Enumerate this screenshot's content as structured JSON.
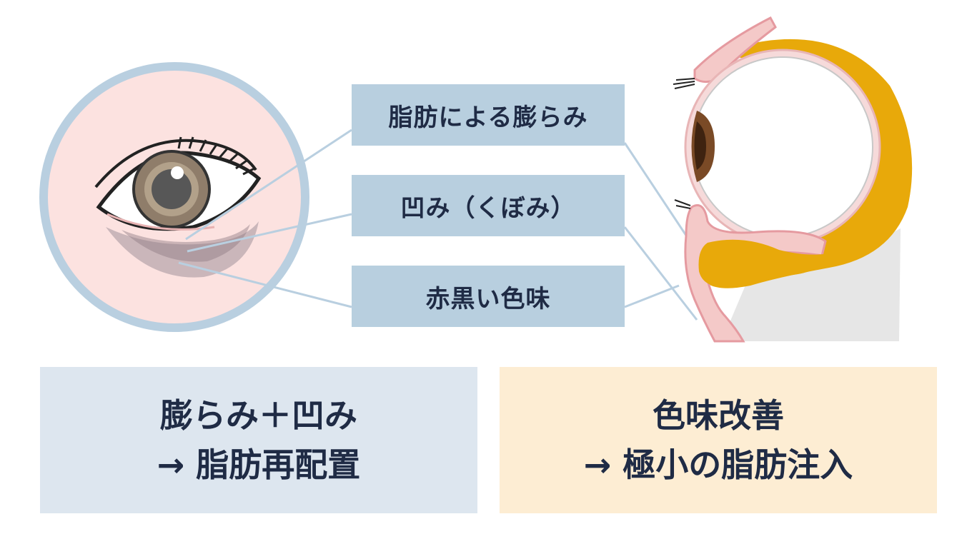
{
  "labels": {
    "fat_bulge": "脂肪による膨らみ",
    "hollow": "凹み（くぼみ）",
    "dark_color": "赤黒い色味"
  },
  "panels": {
    "left": {
      "line1": "膨らみ＋凹み",
      "line2": "→ 脂肪再配置"
    },
    "right": {
      "line1": "色味改善",
      "line2": "→ 極小の脂肪注入"
    }
  },
  "colors": {
    "label_bg": "#b8cfdf",
    "panel_left_bg": "#dde6ef",
    "panel_right_bg": "#fdedd3",
    "text": "#1f2b45",
    "fat_yellow": "#e8a90a",
    "skin_pink": "#f4c9c8",
    "circle_border": "#b9cfe0"
  }
}
